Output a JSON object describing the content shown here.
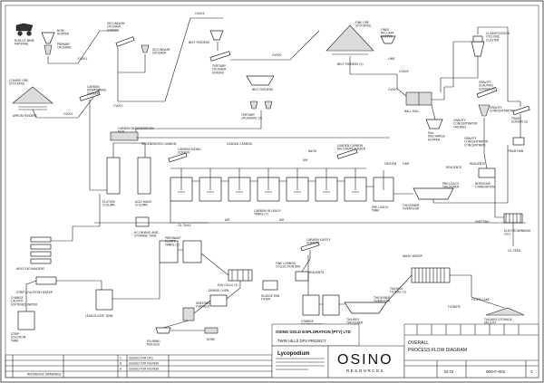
{
  "diagram": {
    "labels": {
      "rom": "RUN-OF-MINE\nMATERIAL",
      "rom_hopper": "ROM\nHOPPER",
      "primary_crusher": "PRIMARY\nCRUSHER",
      "coarse_ore_stockpile": "COARSE ORE\nSTOCKPILE",
      "apron_feeders": "APRON FEEDERS",
      "conv_cv001": "CV001",
      "conv_cv002": "CV002",
      "conv_cv003": "CV003",
      "conv_cv004": "CV004",
      "conv_cv005": "CV005",
      "conv_cv006": "CV006",
      "conv_cv007": "CV007",
      "secondary_crusher_screen": "SECONDARY\nCRUSHER\nSCREEN",
      "secondary_crusher": "SECONDARY\nCRUSHER",
      "belt_feeders_1": "BELT FEEDERS",
      "tertiary_crusher_screen": "TERTIARY\nCRUSHER\nSCREEN",
      "belt_feeders_2": "BELT FEEDERS",
      "tertiary_crushers": "TERTIARY\nCRUSHERS (2)",
      "fine_ore_stockpile": "FINE ORE\nSTOCKPILE",
      "belt_feeders_3": "BELT FEEDERS (3)",
      "fines_reclaim_hopper": "FINES\nRECLAIM\nHOPPER",
      "lime": "LIME",
      "classification_cyclone": "CLASSIFICATION\nCYCLONE\nCLUSTER",
      "ball_mill": "BALL MILL",
      "mill_discharge_hopper": "MILL\nDISCHARGE\nHOPPER",
      "gravity_scalping_screen": "GRAVITY\nSCALPING\nSCREEN (2)",
      "gravity_concentrators": "GRAVITY\nCONCENTRATORS (2)",
      "gravity_tailings": "GRAVITY\nCONCENTRATOR\nTAILINGS",
      "gravity_concentrate": "GRAVITY\nCONCENTRATOR\nCONCENTRATE",
      "trash_screen": "TRASH\nSCREEN (2)",
      "trash_bin": "TRASH BIN",
      "carbon_dewatering": "CARBON\nDEWATERING\nSCREEN",
      "carbon_regen_kiln": "CARBON REGENERATION\nKILN",
      "regenerated_carbon": "REGENERATED CARBON",
      "carbon_sizing_screen": "CARBON SIZING\nSCREEN",
      "loaded_carbon": "LOADED CARBON",
      "loaded_carbon_recovery": "LOADED CARBON\nRECOVERY SCREEN",
      "naoh": "NaOH",
      "elution_column": "ELUTION\nCOLUMN",
      "acid_wash_column": "ACID WASH\nCOLUMN",
      "hcl_mixing": "HCl MIXING AND\nSTORAGE TANK",
      "carbon_in_leach": "CARBON IN LEACH\nTANKS (7)",
      "air_1": "AIR",
      "air_2": "AIR",
      "air_3": "AIR",
      "cil_tails": "CIL TAILS",
      "oxygen": "OXYGEN",
      "lime_2": "LIME",
      "pre_leach_tank": "PRE-LEACH\nTANK",
      "thickener_overflow": "THICKENER\nOVERFLOW",
      "pre_leach_thickener": "PRE-LEACH\nTHICKENER",
      "reagents": "REAGENTS",
      "reagents_2": "REAGENTS",
      "reagents_3": "REAGENTS",
      "intensive_cyanidation": "INTENSIVE\nCYANIDATION",
      "electrowinning_cell": "ELECTROWINNING\nCELL",
      "cil_feed": "CIL FEED",
      "smelting": "SMELTING",
      "pregnant_eluate": "PREGNANT\nELUATE\nTANKS (2)",
      "heat_exchangers": "HEAT EXCHANGERS",
      "strip_solution_heater": "STRIP SOLUTION HEATER",
      "strip_solution_tank": "STRIP\nSOLUTION\nTANK",
      "change_caustic": "CHANGE\nCAUSTIC\nSOFTENED WATER",
      "lean_eluate": "LEAN ELUATE TANK",
      "ew_cells": "E/W CELLS (3)",
      "sludge_pan": "SLUDGE PAN\nFILTER",
      "drying_oven": "DRYING OVEN",
      "smelting_furnace": "SMELTING\nFURNACE",
      "pouring_moulds": "POURING\nMOULDS",
      "dore": "DORE",
      "carbon_safety_screen": "CARBON SAFETY\nSCREEN",
      "fine_carbon_bin": "FINE CARBON\nCOLLECTION BIN",
      "cyanide_destruction": "CYANIDE\nDESTRUCTION\nTANKS (2)",
      "tailings_thickener": "TAILINGS\nTHICKENER",
      "thickener_overflow_2": "THICKENER\nOVERFLOW",
      "wash_water": "WASH WATER",
      "tailings_filters": "TAILINGS\nFILTERS (3)",
      "filter_cake": "FILTER CAKE",
      "filtrate": "FILTRATE",
      "tailings_storage": "TAILINGS STORAGE\nFACILITY"
    },
    "revisions": [
      {
        "rev": "C",
        "desc": "ISSUED FOR DFS"
      },
      {
        "rev": "B",
        "desc": "ISSUED FOR REVIEW"
      },
      {
        "rev": "A",
        "desc": "ISSUED FOR REVIEW"
      }
    ],
    "notes_header": "REFERENCE DRAWINGS",
    "company": "OSINO GOLD EXPLORATION (PTY) LTD",
    "project": "TWIN HILLS DFS PROJECT",
    "consultant": "Lycopodium",
    "logo_main": "OSINO",
    "logo_sub": "RESOURCES",
    "drawing_title_1": "OVERALL",
    "drawing_title_2": "PROCESS FLOW DIAGRAM",
    "job_no": "5172",
    "drawing_no": "000-F-001",
    "rev": "C"
  },
  "colors": {
    "line": "#222222",
    "equipment_fill": "#dcdcdc",
    "paper": "#ffffff"
  }
}
